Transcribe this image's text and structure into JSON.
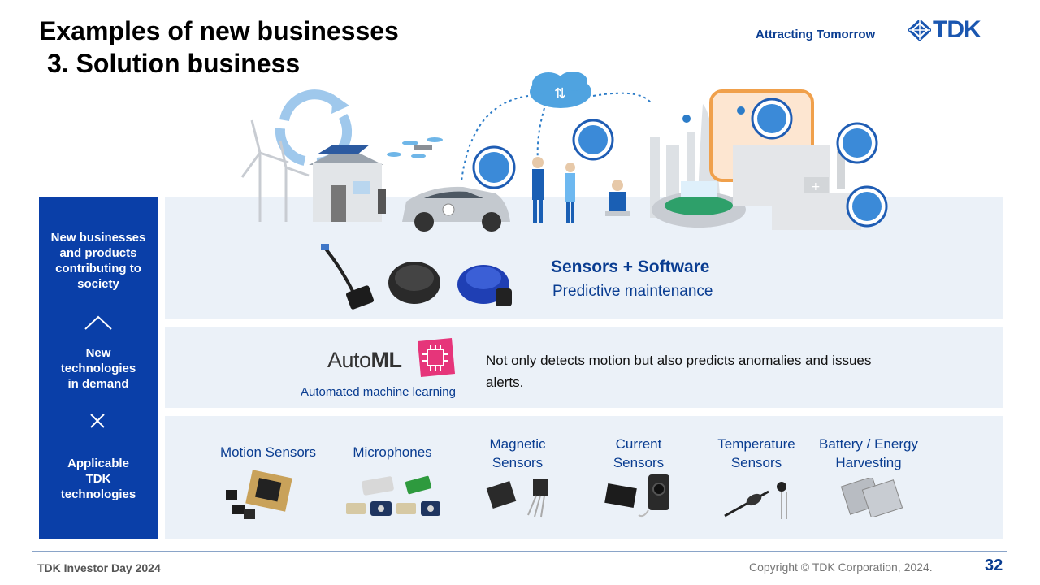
{
  "header": {
    "title": "Examples of new businesses",
    "subtitle": "3. Solution business",
    "tagline": "Attracting Tomorrow",
    "logo_text": "TDK"
  },
  "left_column": {
    "top_text": "New businesses and products contributing to society",
    "middle_text": "New technologies in demand",
    "bottom_text": "Applicable TDK technologies"
  },
  "solution": {
    "title": "Sensors + Software",
    "subtitle": "Predictive maintenance"
  },
  "automl": {
    "logo_light": "Auto",
    "logo_bold": "ML",
    "caption": "Automated machine learning",
    "description": "Not only detects motion but also predicts anomalies and issues alerts."
  },
  "technologies": [
    {
      "label": "Motion Sensors"
    },
    {
      "label": "Microphones"
    },
    {
      "label": "Magnetic Sensors"
    },
    {
      "label": "Current Sensors"
    },
    {
      "label": "Temperature Sensors"
    },
    {
      "label": "Battery / Energy Harvesting"
    }
  ],
  "footer": {
    "event": "TDK Investor Day 2024",
    "copyright": "Copyright  © TDK Corporation, 2024.",
    "page_number": "32"
  },
  "colors": {
    "brand_blue": "#0a3fa8",
    "text_blue": "#0a3d91",
    "band_bg": "#ebf1f8",
    "automl_pink": "#e6357a",
    "highlight_orange": "#f0a04b"
  }
}
